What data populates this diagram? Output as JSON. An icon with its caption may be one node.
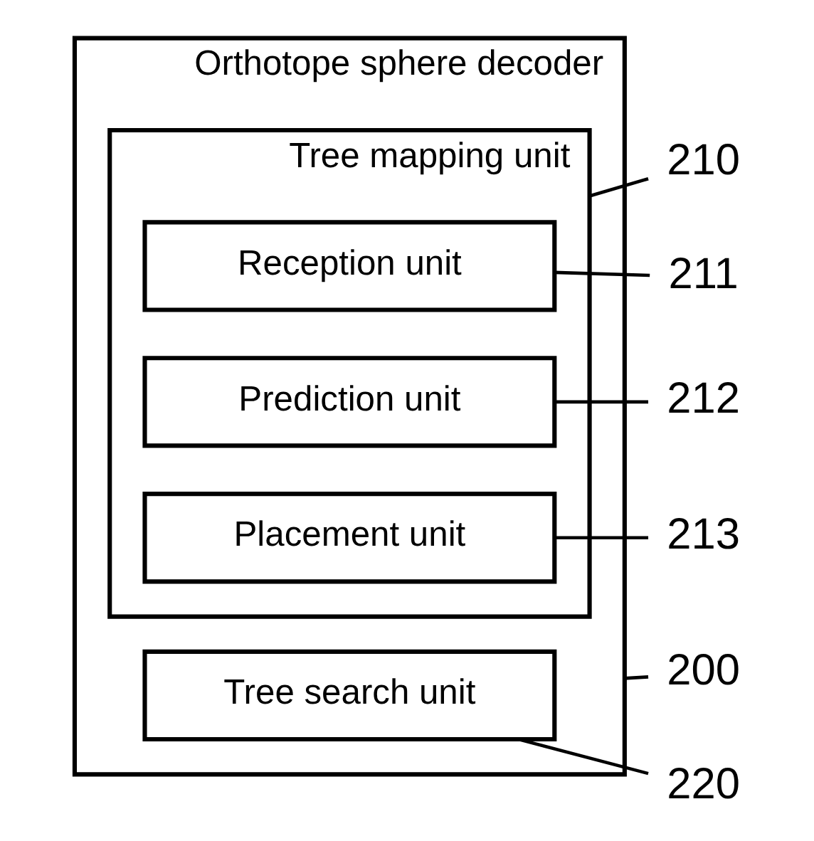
{
  "diagram": {
    "nodes": [
      {
        "text": [
          "Orthotope sphere decoder"
        ]
      },
      {
        "text": [
          "Tree mapping unit"
        ],
        "in": 0
      },
      {
        "text": [
          "Reception unit"
        ],
        "in": 1
      },
      {
        "text": [
          "Prediction unit"
        ],
        "in": 1
      },
      {
        "text": [
          "Placement unit"
        ],
        "in": 1
      },
      {
        "text": [
          "Tree search unit"
        ],
        "in": 0
      },
      {
        "text": [
          "200"
        ]
      },
      {
        "text": [
          "210"
        ]
      },
      {
        "text": [
          "211"
        ]
      },
      {
        "text": [
          "212"
        ]
      },
      {
        "text": [
          "213"
        ]
      },
      {
        "text": [
          "220"
        ]
      }
    ],
    "edges": [
      {
        "from": 6,
        "to": 0,
        "arrow": "none"
      },
      {
        "from": 7,
        "to": 1,
        "arrow": "none"
      },
      {
        "from": 8,
        "to": 2,
        "arrow": "none"
      },
      {
        "from": 9,
        "to": 3,
        "arrow": "none"
      },
      {
        "from": 10,
        "to": 4,
        "arrow": "none"
      },
      {
        "from": 11,
        "to": 5,
        "arrow": "none"
      }
    ]
  }
}
